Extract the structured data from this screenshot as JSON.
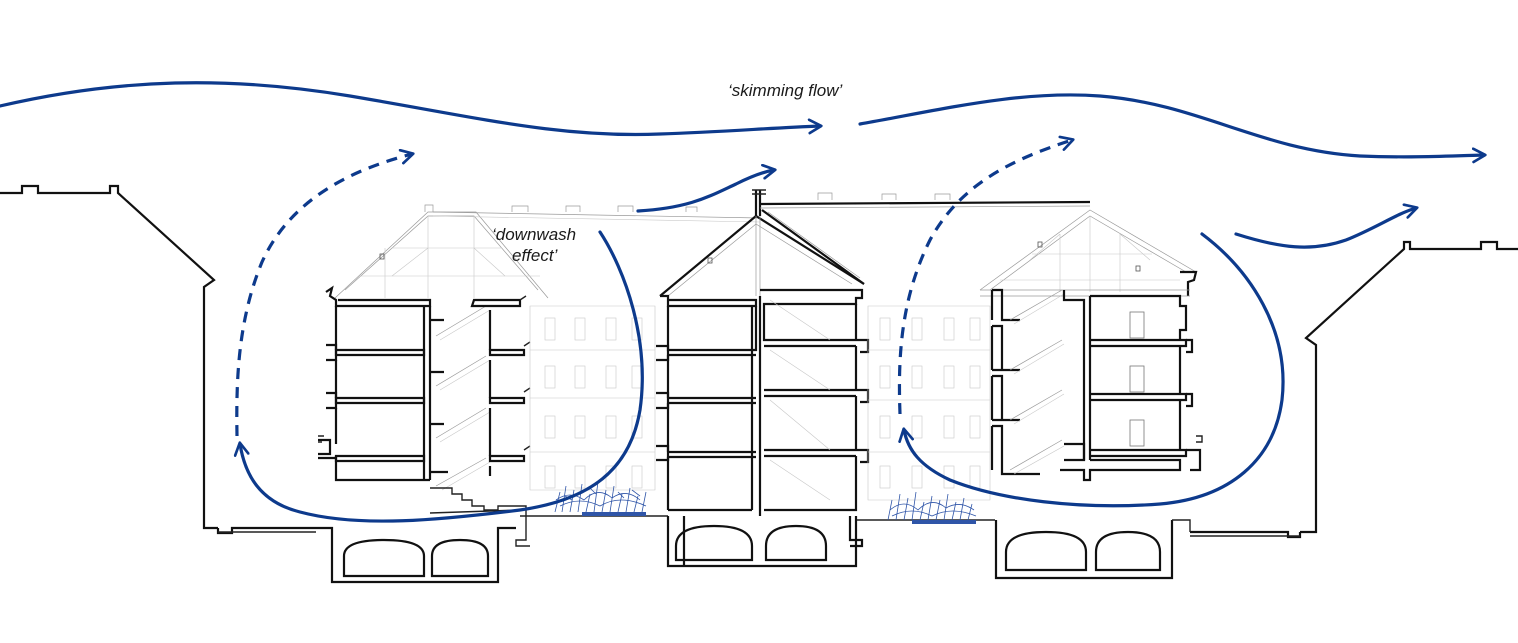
{
  "labels": {
    "skimming": "‘skimming flow’",
    "downwash_line1": "‘downwash",
    "downwash_line2": "effect’"
  },
  "colors": {
    "flow": "#0d3a8c",
    "building": "#111111",
    "vegetation": "#2f55a8"
  },
  "icons": [
    "skimming-flow-arrow",
    "updraft-arrow",
    "downwash-arrow",
    "vortex-arrow"
  ]
}
